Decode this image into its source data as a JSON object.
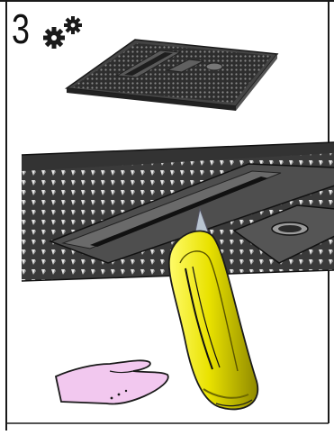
{
  "step": {
    "number": "3",
    "tools_icon": "gears-icon"
  },
  "illustration": {
    "panel": "perforated-filter-panel",
    "detail": "filter-panel-closeup",
    "tool": "utility-knife",
    "hand": "hand"
  },
  "colors": {
    "frame": "#1a1a1a",
    "panel_dark": "#2f2f2f",
    "panel_mid": "#5a5a5a",
    "knife_body": "#e9e200",
    "knife_shadow": "#9a9400",
    "blade": "#b8c4d0",
    "hand_fill": "#f2c8ef"
  }
}
